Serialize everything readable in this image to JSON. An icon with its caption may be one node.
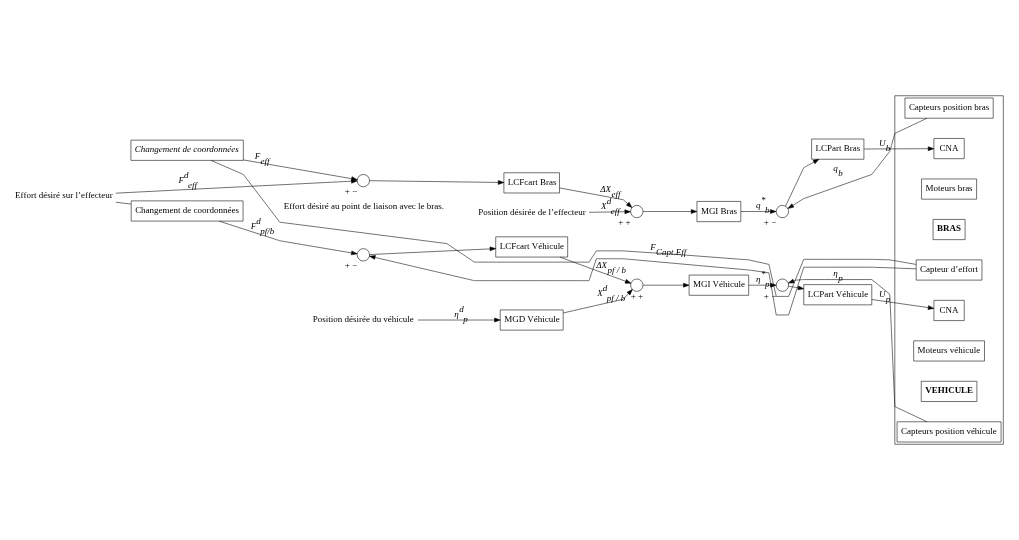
{
  "diagram": {
    "nodes": [
      {
        "text": [
          "Effort désiré sur l’effecteur"
        ]
      },
      {
        "text": [],
        "shape": "circle",
        "beside": [
          "+",
          "−"
        ]
      },
      {
        "text": [
          "LCFcart Bras"
        ]
      },
      {
        "text": [
          "Changement de coordonnées"
        ]
      },
      {
        "text": [
          "Position désirée de l’effecteur"
        ]
      },
      {
        "text": [],
        "shape": "circle",
        "beside": [
          "+",
          "+"
        ]
      },
      {
        "text": [
          "MGI Bras"
        ]
      },
      {
        "text": [],
        "shape": "circle",
        "beside": [
          "+",
          "−"
        ]
      },
      {
        "text": [
          "LCPart Bras"
        ]
      },
      {
        "text": [],
        "shape": "box"
      },
      {
        "text": [
          "Capteurs position bras"
        ],
        "in": 9
      },
      {
        "text": [
          "CNA"
        ],
        "in": 9
      },
      {
        "text": [
          "Moteurs bras"
        ],
        "in": 9
      },
      {
        "text": [
          "BRAS"
        ],
        "in": 9
      },
      {
        "text": [
          "Capteur d’effort"
        ],
        "in": 9
      },
      {
        "text": [
          "CNA"
        ],
        "in": 9
      },
      {
        "text": [
          "Moteurs véhicule"
        ],
        "in": 9
      },
      {
        "text": [
          "VEHICULE"
        ],
        "in": 9
      },
      {
        "text": [
          "Capteurs position véhicule"
        ],
        "in": 9
      },
      {
        "text": [
          "Changement de coordonnées"
        ]
      },
      {
        "text": [],
        "shape": "circle",
        "beside": [
          "+",
          "−"
        ]
      },
      {
        "text": [
          "LCFcart Véhicule"
        ]
      },
      {
        "text": [],
        "shape": "circle",
        "beside": [
          "+",
          "+"
        ]
      },
      {
        "text": [
          "MGI Véhicule"
        ]
      },
      {
        "text": [
          "MGD Véhicule"
        ]
      },
      {
        "text": [
          "Position désirée du véhicule"
        ]
      },
      {
        "text": [],
        "shape": "circle",
        "beside": [
          "+",
          "−"
        ]
      },
      {
        "text": [
          "LCPart Véhicule"
        ]
      }
    ],
    "edges": [
      {
        "from": 0,
        "to": 1,
        "arrow": "to",
        "label": "F$^{d}$$_{eff}$"
      },
      {
        "from": 0,
        "to": 19,
        "arrow": "none"
      },
      {
        "from": 1,
        "to": 2,
        "arrow": "to"
      },
      {
        "from": 3,
        "to": 1,
        "arrow": "to",
        "label": "F$_{eff}$"
      },
      {
        "from": 2,
        "to": 5,
        "arrow": "to",
        "label": "ΔX$_{eff}$"
      },
      {
        "from": 4,
        "to": 5,
        "arrow": "to",
        "label": "X$^{d}$$_{eff}$"
      },
      {
        "from": 5,
        "to": 6,
        "arrow": "to"
      },
      {
        "from": 6,
        "to": 7,
        "arrow": "to",
        "label": "q$^{*}$$_{b}$"
      },
      {
        "from": 10,
        "to": 7,
        "arrow": "to",
        "label": "q$_{b}$"
      },
      {
        "from": 7,
        "to": 8,
        "arrow": "to"
      },
      {
        "from": 8,
        "to": 11,
        "arrow": "to",
        "label": "U$_{b}$"
      },
      {
        "from": 14,
        "to": 3,
        "arrow": "none",
        "label": "F$_{Capt.Eff}$"
      },
      {
        "from": 14,
        "to": 20,
        "arrow": "to"
      },
      {
        "from": 19,
        "to": 20,
        "arrow": "to",
        "label": "F$^{d}$$_{pf/b}$"
      },
      {
        "from": 20,
        "to": 21,
        "arrow": "to"
      },
      {
        "from": 21,
        "to": 22,
        "arrow": "to",
        "label": "ΔX$_{pf / b}$"
      },
      {
        "from": 24,
        "to": 22,
        "arrow": "to",
        "label": "X$^{d}$$_{pf / b}$"
      },
      {
        "from": 22,
        "to": 23,
        "arrow": "to"
      },
      {
        "from": 25,
        "to": 24,
        "arrow": "to",
        "label": "η$^{d}$$_{p}$"
      },
      {
        "from": 23,
        "to": 26,
        "arrow": "to",
        "label": "η$^{*}$$_{p}$"
      },
      {
        "from": 18,
        "to": 26,
        "arrow": "to",
        "label": "η$_{p}$"
      },
      {
        "from": 26,
        "to": 27,
        "arrow": "to"
      },
      {
        "from": 27,
        "to": 15,
        "arrow": "to",
        "label": "U$_{p}$"
      }
    ],
    "labels": [
      "Effort désiré au point de liaison avec le bras."
    ]
  }
}
